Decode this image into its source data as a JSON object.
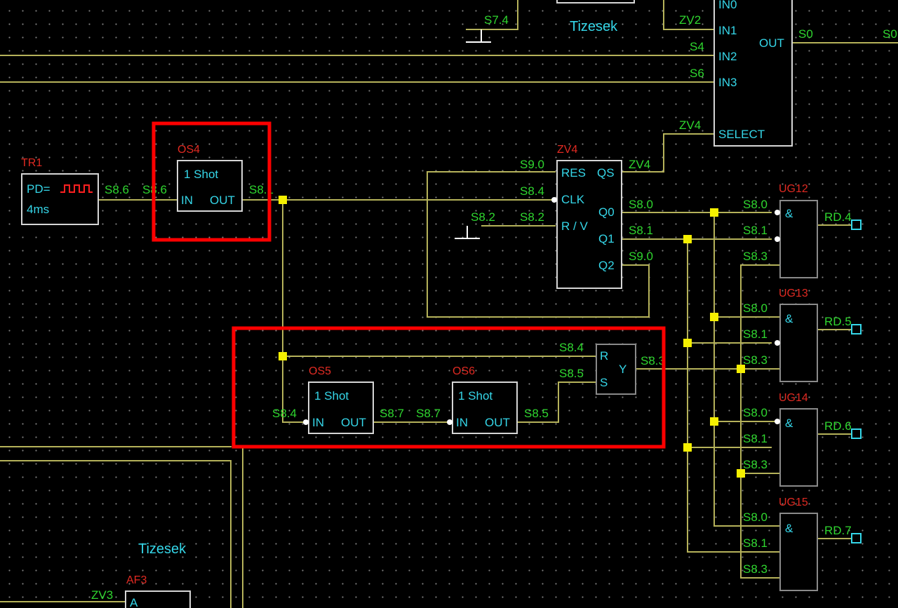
{
  "title_top": "Tizesek",
  "title_bottom": "Tizesek",
  "timer": {
    "name": "TR1",
    "line1": "PD=",
    "line2": "4ms"
  },
  "oneshots": [
    {
      "name": "OS4",
      "title": "1 Shot",
      "in": "IN",
      "out": "OUT"
    },
    {
      "name": "OS5",
      "title": "1 Shot",
      "in": "IN",
      "out": "OUT"
    },
    {
      "name": "OS6",
      "title": "1 Shot",
      "in": "IN",
      "out": "OUT"
    }
  ],
  "counter": {
    "name": "ZV4",
    "pins_left": [
      "RES",
      "CLK",
      "R / V"
    ],
    "pins_right": [
      "QS",
      "Q0",
      "Q1",
      "Q2"
    ]
  },
  "flipflop": {
    "pins": [
      "R",
      "S",
      "Y"
    ]
  },
  "mux": {
    "inputs": [
      "IN0",
      "IN1",
      "IN2",
      "IN3"
    ],
    "select": "SELECT",
    "out": "OUT"
  },
  "gates": [
    {
      "name": "UG12",
      "symbol": "&",
      "out": "RD.4"
    },
    {
      "name": "UG13",
      "symbol": "&",
      "out": "RD.5"
    },
    {
      "name": "UG14",
      "symbol": "&",
      "out": "RD.6"
    },
    {
      "name": "UG15",
      "symbol": "&",
      "out": "RD.7"
    }
  ],
  "af3": {
    "name": "AF3",
    "pin": "A"
  },
  "signals": {
    "s74": "S7.4",
    "zv2": "ZV2",
    "s4": "S4",
    "s6": "S6",
    "zv4": "ZV4",
    "s0": "S0",
    "s0b": "S0",
    "s86a": "S8.6",
    "s86b": "S8.6",
    "s81": "S8.1",
    "s90": "S9.0",
    "s84a": "S8.4",
    "s82a": "S8.2",
    "s82b": "S8.2",
    "zv4b": "ZV4",
    "s80": "S8.0",
    "s81b": "S8.1",
    "s90b": "S9.0",
    "s84b": "S8.4",
    "s85a": "S8.5",
    "s8y": "S8.3",
    "s84c": "S8.4",
    "s87a": "S8.7",
    "s87b": "S8.7",
    "s85b": "S8.5",
    "zv3": "ZV3",
    "g12": [
      "S8.0",
      "S8.1",
      "S8.3"
    ],
    "g13": [
      "S8.0",
      "S8.1",
      "S8.3"
    ],
    "g14": [
      "S8.0",
      "S8.1",
      "S8.3"
    ],
    "g15": [
      "S8.0",
      "S8.1",
      "S8.3"
    ]
  }
}
